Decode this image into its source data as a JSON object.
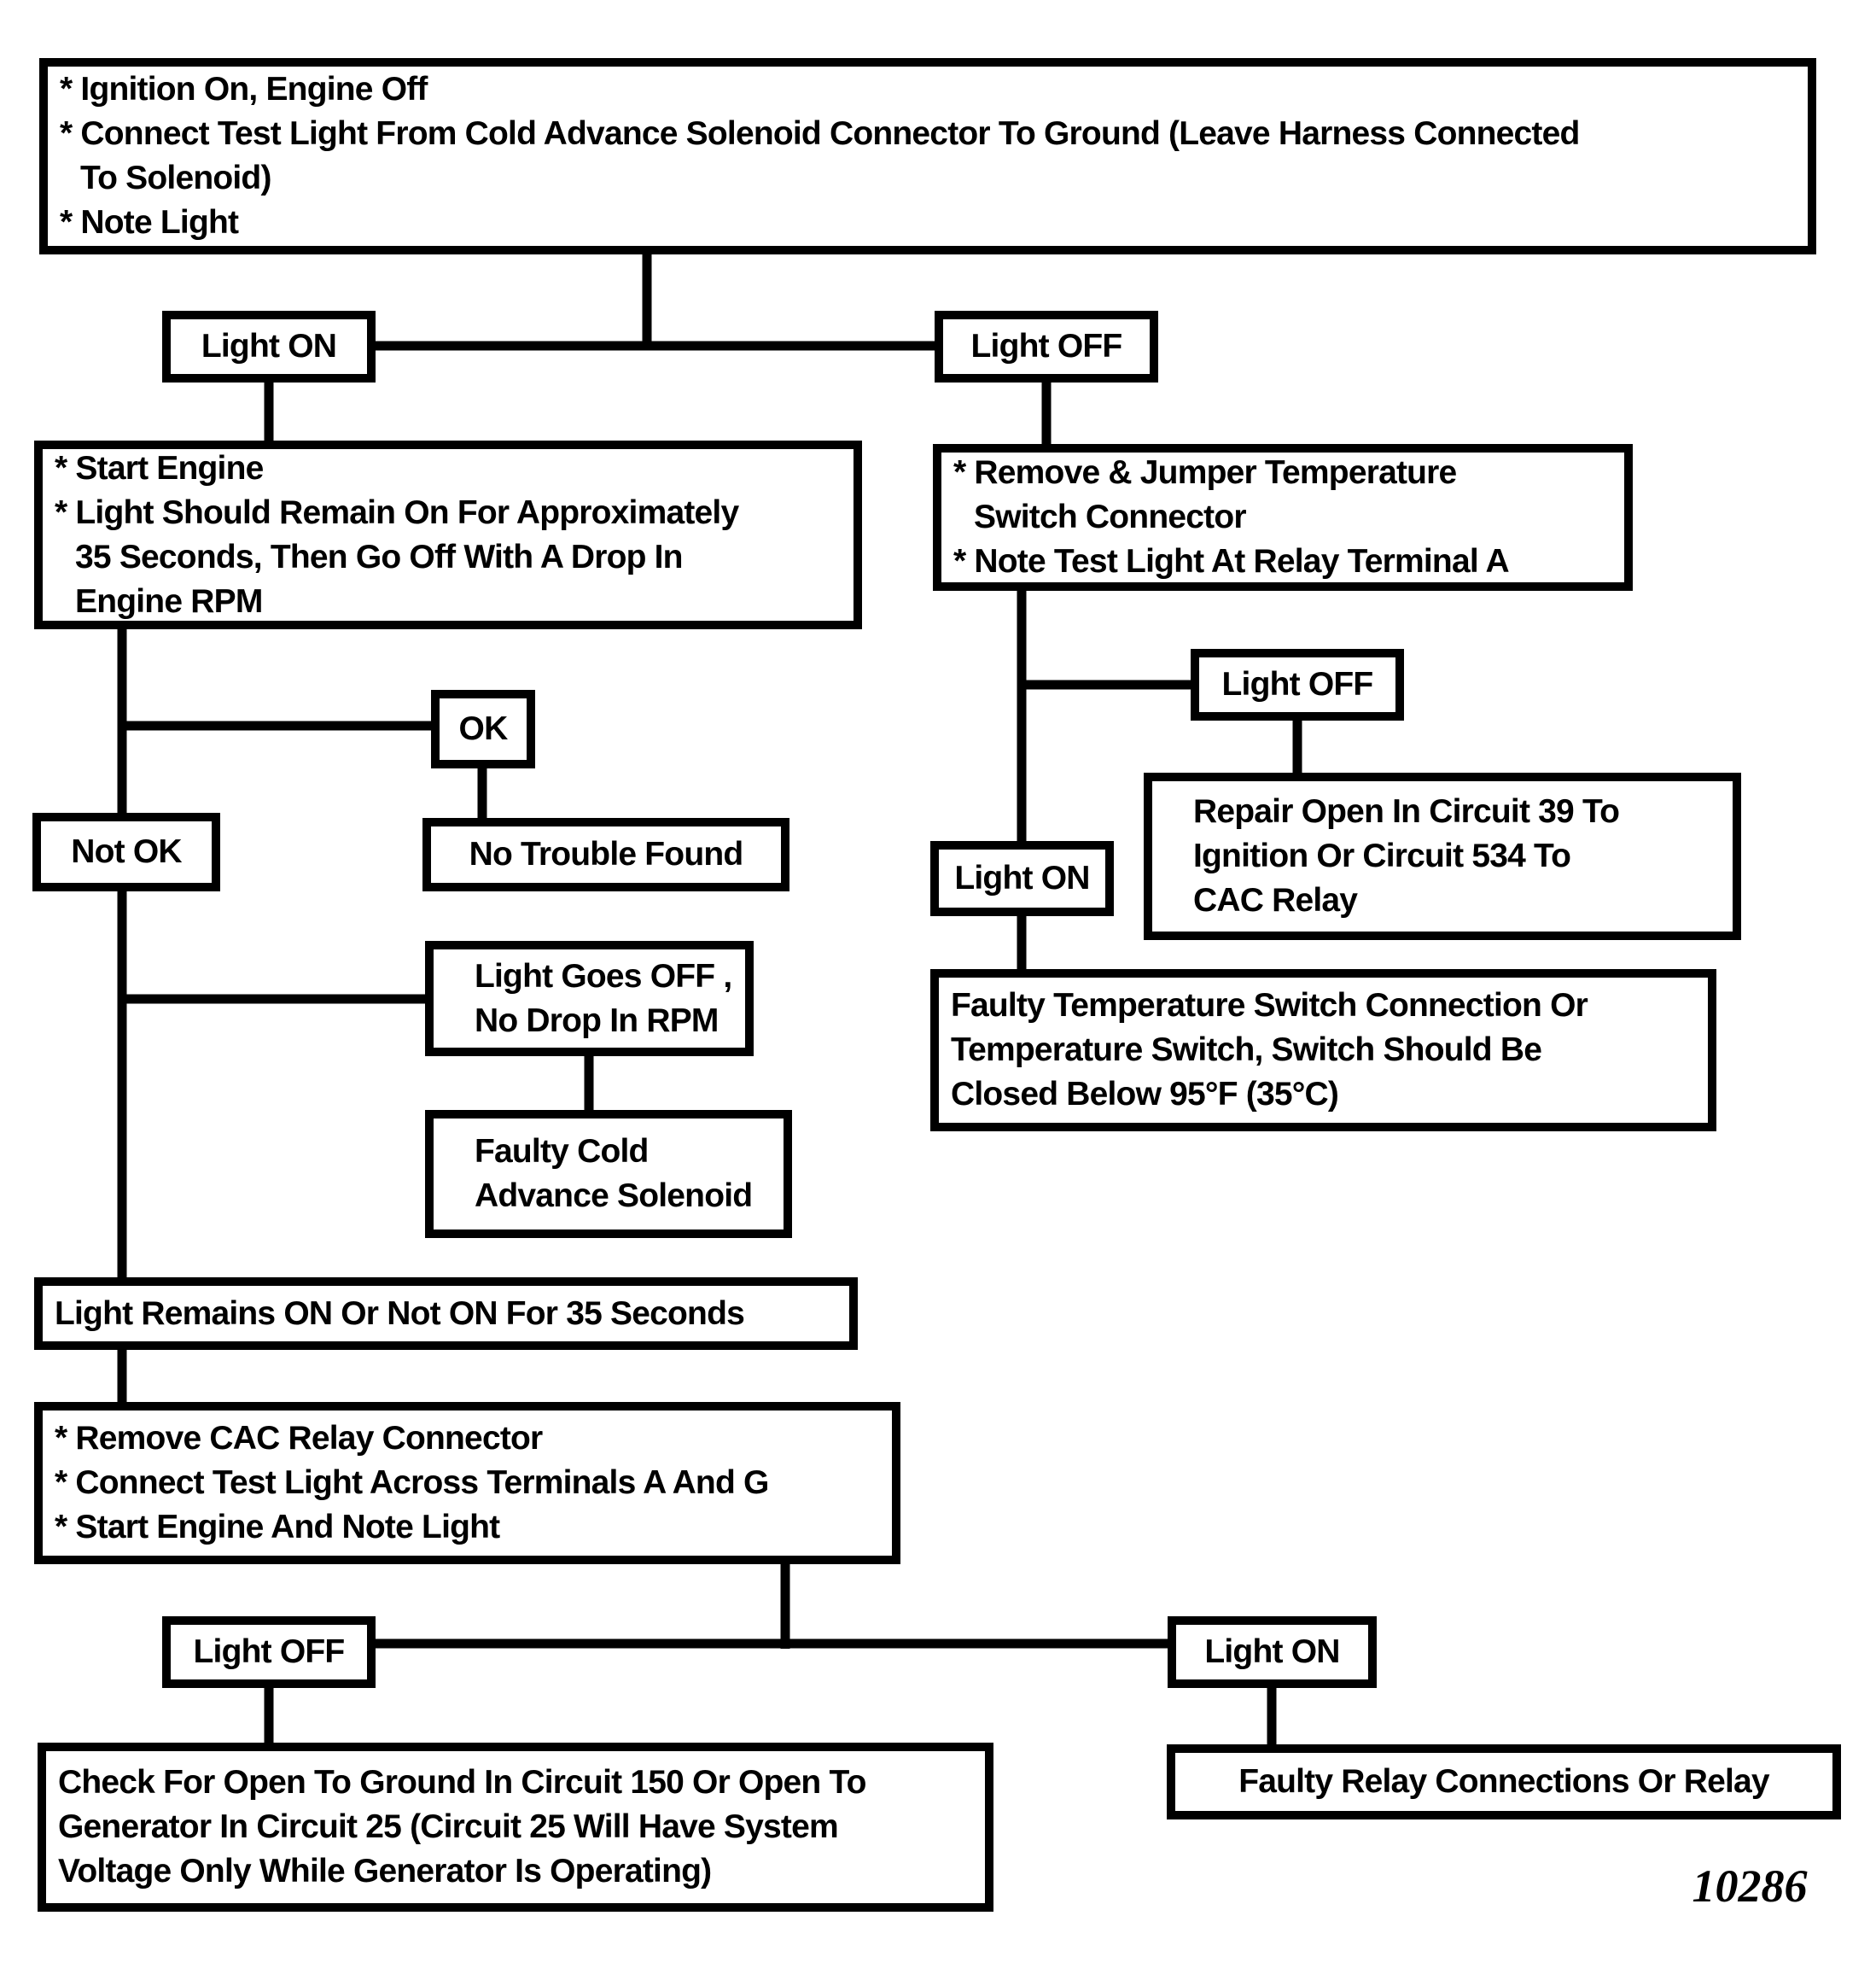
{
  "figure_number": "10286",
  "colors": {
    "line": "#000000",
    "text": "#000000",
    "background": "#ffffff"
  },
  "nodes": {
    "instructions_start": {
      "lines": [
        "* Ignition On, Engine Off",
        "* Connect Test Light From Cold Advance Solenoid Connector To Ground (Leave Harness Connected",
        "To Solenoid)",
        "* Note Light"
      ]
    },
    "light_on_1": {
      "label": "Light ON"
    },
    "light_off_1": {
      "label": "Light OFF"
    },
    "start_engine": {
      "lines": [
        "* Start Engine",
        "* Light Should Remain On For Approximately",
        "35 Seconds, Then Go Off With A Drop In",
        "Engine RPM"
      ]
    },
    "ok": {
      "label": "OK"
    },
    "not_ok": {
      "label": "Not OK"
    },
    "no_trouble_found": {
      "label": "No Trouble Found"
    },
    "light_goes_off": {
      "lines": [
        "Light Goes OFF ,",
        "No Drop In RPM"
      ]
    },
    "faulty_cold_advance": {
      "lines": [
        "Faulty Cold",
        "Advance Solenoid"
      ]
    },
    "light_remains": {
      "label": "Light Remains ON Or Not ON For 35 Seconds"
    },
    "remove_cac_relay": {
      "lines": [
        "* Remove CAC Relay Connector",
        "* Connect Test Light Across Terminals A And G",
        "* Start Engine And Note Light"
      ]
    },
    "light_off_bottom_left": {
      "label": "Light OFF"
    },
    "check_open_ground": {
      "lines": [
        "Check For Open To Ground In Circuit 150 Or Open To",
        "Generator In Circuit 25 (Circuit 25 Will Have System",
        "Voltage Only While Generator Is Operating)"
      ]
    },
    "light_on_bottom_right": {
      "label": "Light ON"
    },
    "faulty_relay": {
      "label": "Faulty Relay Connections Or Relay"
    },
    "remove_jumper_temp": {
      "lines": [
        "* Remove & Jumper Temperature",
        "Switch Connector",
        "* Note Test Light At Relay Terminal A"
      ]
    },
    "light_off_right": {
      "label": "Light OFF"
    },
    "repair_open_circuit": {
      "lines": [
        "Repair Open In Circuit 39 To",
        "Ignition Or Circuit 534 To",
        "CAC Relay"
      ]
    },
    "light_on_right": {
      "label": "Light ON"
    },
    "faulty_temp_switch": {
      "lines": [
        "Faulty Temperature Switch Connection Or",
        "Temperature Switch, Switch Should Be",
        "Closed Below 95°F (35°C)"
      ]
    }
  }
}
